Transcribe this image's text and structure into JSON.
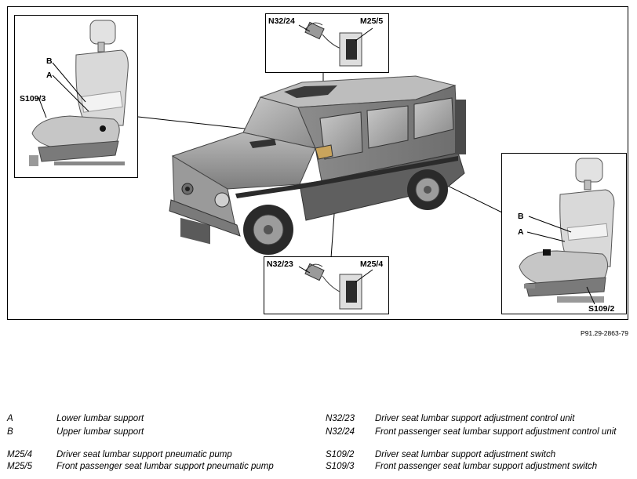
{
  "figure": {
    "reference": "P91.29-2863-79",
    "callouts": {
      "left_seat_b": "B",
      "left_seat_a": "A",
      "left_seat_switch": "S109/3",
      "top_control_unit": "N32/24",
      "top_pump": "M25/5",
      "bottom_control_unit": "N32/23",
      "bottom_pump": "M25/4",
      "right_seat_b": "B",
      "right_seat_a": "A",
      "right_seat_switch": "S109/2"
    }
  },
  "legend": {
    "left": [
      {
        "code": "A",
        "description": "Lower lumbar support"
      },
      {
        "code": "B",
        "description": "Upper lumbar support"
      },
      {
        "code": "M25/4",
        "description": "Driver seat lumbar support pneumatic pump"
      },
      {
        "code": "M25/5",
        "description": "Front passenger seat lumbar support pneumatic pump"
      }
    ],
    "right": [
      {
        "code": "N32/23",
        "description": "Driver seat lumbar support adjustment control unit"
      },
      {
        "code": "N32/24",
        "description": "Front passenger seat lumbar support adjustment control unit"
      },
      {
        "code": "S109/2",
        "description": "Driver seat lumbar support adjustment switch"
      },
      {
        "code": "S109/3",
        "description": "Front passenger seat lumbar support adjustment switch"
      }
    ]
  }
}
